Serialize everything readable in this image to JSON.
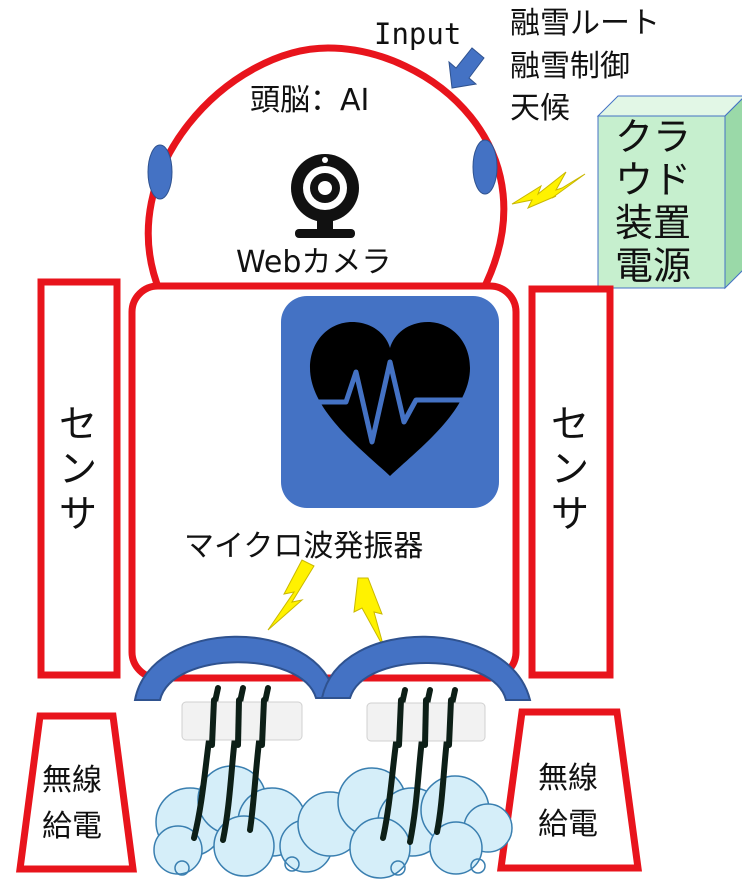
{
  "head": {
    "brain_label": "頭脳：AI",
    "camera_label": "Webカメラ"
  },
  "input": {
    "label": "Input",
    "items": [
      "融雪ルート",
      "融雪制御",
      "天候"
    ]
  },
  "cloud_box": {
    "lines": [
      "クラ",
      "ウド",
      "装置",
      "電源"
    ]
  },
  "sensor_left": {
    "chars": [
      "セ",
      "ン",
      "サ"
    ]
  },
  "sensor_right": {
    "chars": [
      "セ",
      "ン",
      "サ"
    ]
  },
  "microwave_label": "マイクロ波発振器",
  "power_left": {
    "lines": [
      "無線",
      "給電"
    ]
  },
  "power_right": {
    "lines": [
      "無線",
      "給電"
    ]
  },
  "colors": {
    "outline_red": "#e8141c",
    "blue": "#4472c4",
    "cloud_box_fill": "#c6efce",
    "lightning": "#fff200",
    "snow_cloud": "#d5eef9"
  },
  "icons": [
    "webcam-icon",
    "heart-pulse-icon",
    "arrow-icon",
    "lightning-icon"
  ]
}
